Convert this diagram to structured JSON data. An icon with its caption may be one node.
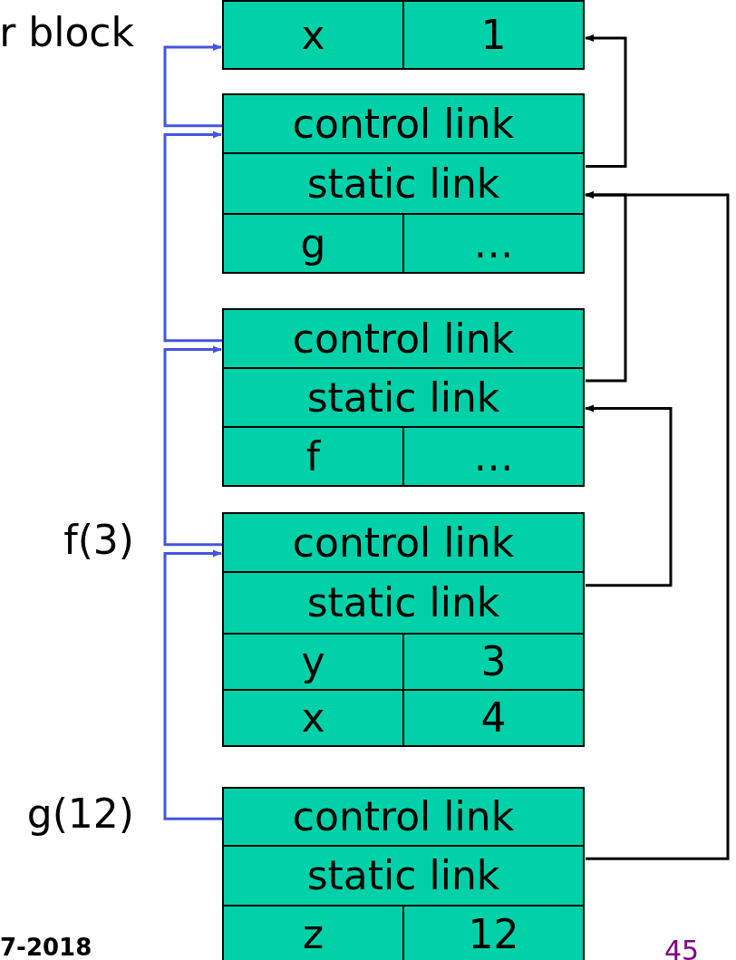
{
  "diagram": {
    "nodes": [
      {
        "text": [
          "x",
          "1"
        ],
        "beside": [
          "r block"
        ]
      },
      {
        "text": [
          "control link"
        ]
      },
      {
        "text": [
          "static link"
        ]
      },
      {
        "text": [
          "g",
          "…"
        ]
      },
      {
        "text": [
          "control link"
        ]
      },
      {
        "text": [
          "static link"
        ]
      },
      {
        "text": [
          "f",
          "…"
        ]
      },
      {
        "text": [
          "control link"
        ],
        "beside": [
          "f(3)"
        ]
      },
      {
        "text": [
          "static link"
        ]
      },
      {
        "text": [
          "y",
          "3"
        ]
      },
      {
        "text": [
          "x",
          "4"
        ]
      },
      {
        "text": [
          "control link"
        ],
        "beside": [
          "g(12)"
        ]
      },
      {
        "text": [
          "static link"
        ]
      },
      {
        "text": [
          "z",
          "12"
        ]
      }
    ],
    "edges": [
      {
        "from": 1,
        "to": 0,
        "arrow": "to",
        "color": "#4455dd"
      },
      {
        "from": 4,
        "to": 1,
        "arrow": "to",
        "color": "#4455dd"
      },
      {
        "from": 7,
        "to": 4,
        "arrow": "to",
        "color": "#4455dd"
      },
      {
        "from": 11,
        "to": 7,
        "arrow": "to",
        "color": "#4455dd"
      },
      {
        "from": 2,
        "to": 0,
        "arrow": "to",
        "color": "#000000"
      },
      {
        "from": 5,
        "to": 2,
        "arrow": "to",
        "color": "#000000"
      },
      {
        "from": 8,
        "to": 5,
        "arrow": "to",
        "color": "#000000"
      },
      {
        "from": 12,
        "to": 2,
        "arrow": "to",
        "color": "#000000"
      }
    ],
    "labels": [
      "7-2018",
      "45"
    ]
  }
}
